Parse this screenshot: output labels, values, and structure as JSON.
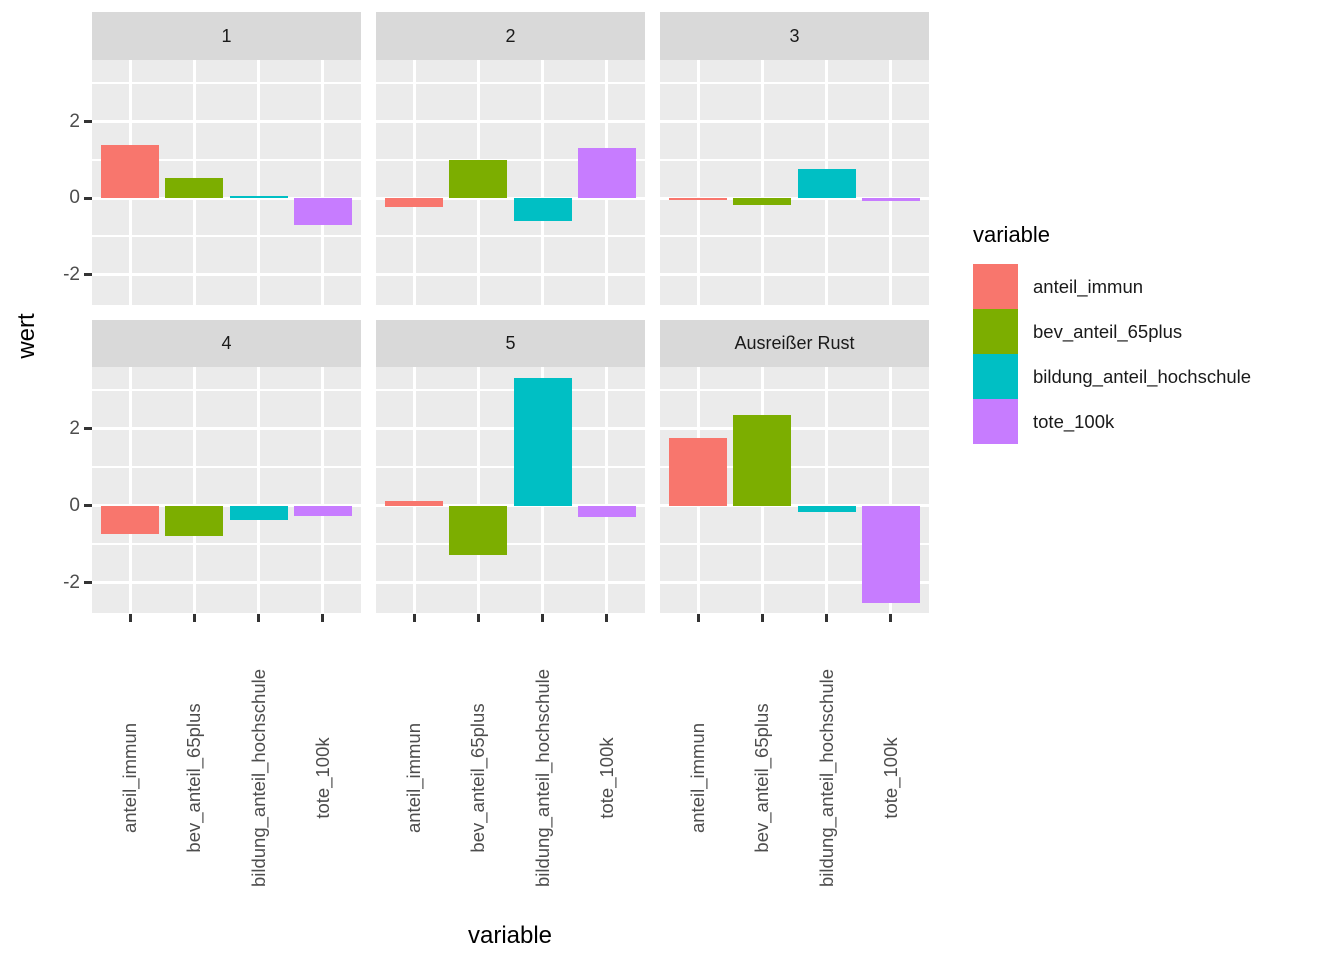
{
  "chart": {
    "y_axis_title": "wert",
    "x_axis_title": "variable"
  },
  "legend": {
    "title": "variable",
    "entries": [
      {
        "label": "anteil_immun",
        "color": "#F8766D"
      },
      {
        "label": "bev_anteil_65plus",
        "color": "#7CAE00"
      },
      {
        "label": "bildung_anteil_hochschule",
        "color": "#00BFC4"
      },
      {
        "label": "tote_100k",
        "color": "#C77CFF"
      }
    ]
  },
  "chart_data": {
    "type": "bar",
    "title": "",
    "xlabel": "variable",
    "ylabel": "wert",
    "categories": [
      "anteil_immun",
      "bev_anteil_65plus",
      "bildung_anteil_hochschule",
      "tote_100k"
    ],
    "series_colors": [
      "#F8766D",
      "#7CAE00",
      "#00BFC4",
      "#C77CFF"
    ],
    "facets": [
      {
        "label": "1",
        "values": [
          1.4,
          0.53,
          0.07,
          -0.69
        ]
      },
      {
        "label": "2",
        "values": [
          -0.24,
          1.01,
          -0.6,
          1.31
        ]
      },
      {
        "label": "3",
        "values": [
          -0.04,
          -0.17,
          0.76,
          -0.08
        ]
      },
      {
        "label": "4",
        "values": [
          -0.73,
          -0.78,
          -0.38,
          -0.27
        ]
      },
      {
        "label": "5",
        "values": [
          0.12,
          -1.28,
          3.32,
          -0.3
        ]
      },
      {
        "label": "Ausreißer Rust",
        "values": [
          1.75,
          2.35,
          -0.16,
          -2.52
        ]
      }
    ],
    "ylim": [
      -2.79,
      3.61
    ],
    "y_major_breaks": [
      2,
      0,
      -2
    ],
    "y_major_labels": [
      "2",
      "0",
      "-2"
    ],
    "y_minor_breaks": [
      3,
      1,
      -1
    ],
    "grid": true,
    "legend_position": "right",
    "panel_background": "#EBEBEB",
    "strip_background": "#D9D9D9",
    "gridline_color": "#FFFFFF",
    "bar_width_fraction": 0.9
  }
}
